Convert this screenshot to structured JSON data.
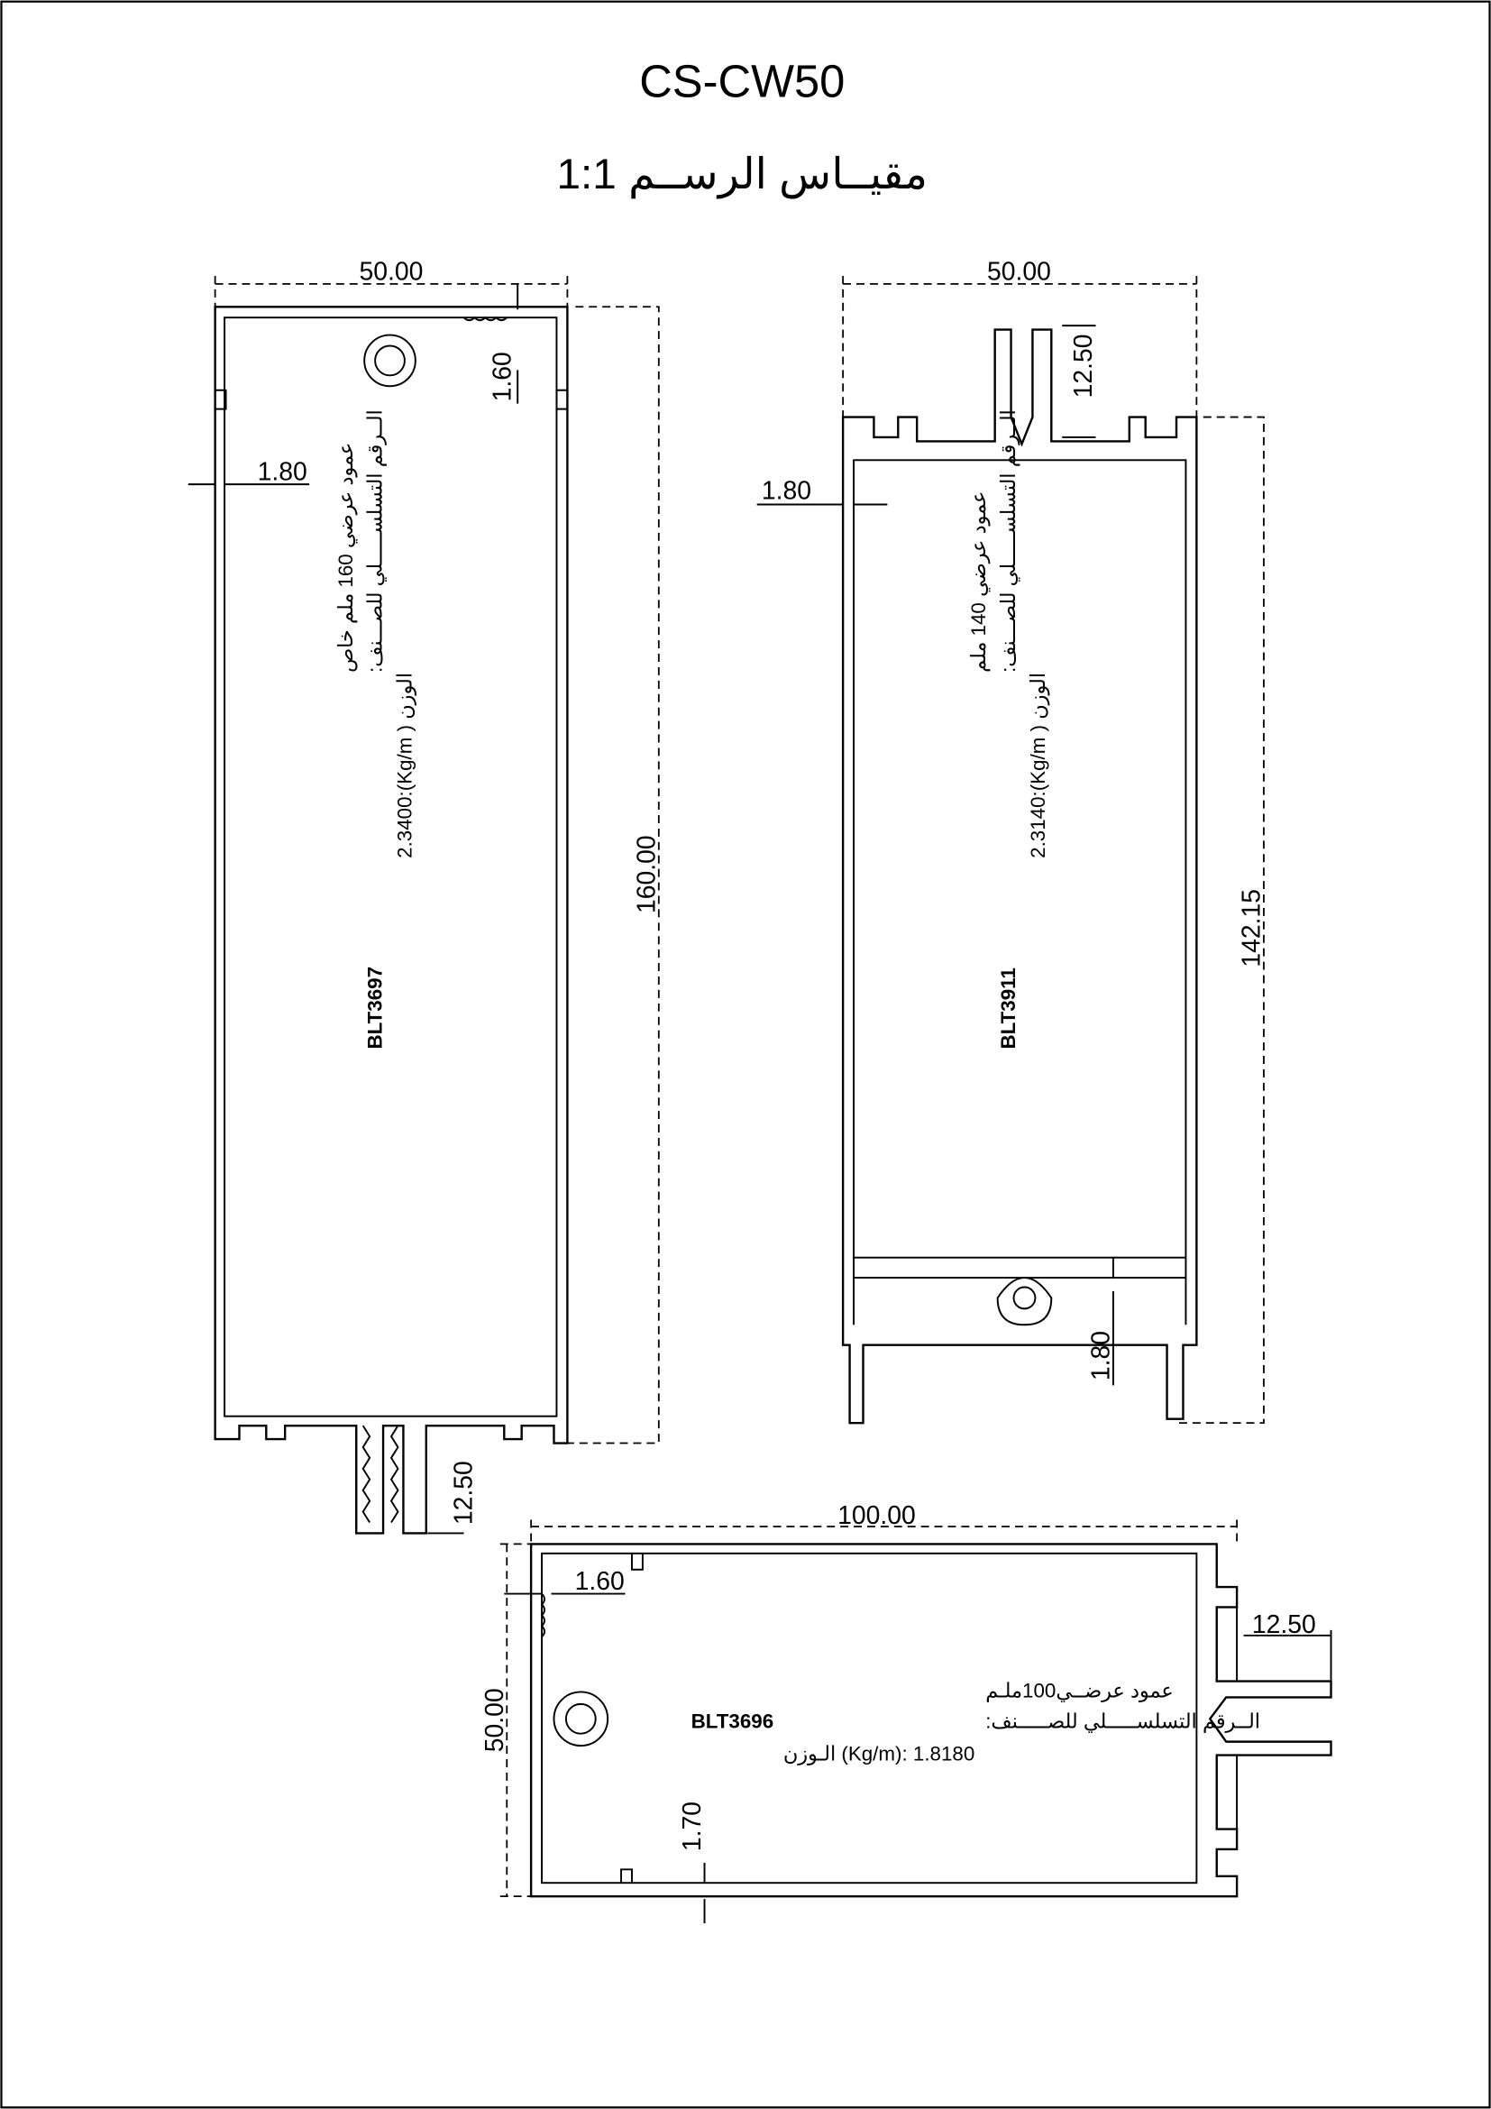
{
  "title": "CS-CW50",
  "subtitle": "مقيــاس الرســم 1:1",
  "profiles": [
    {
      "code": "BLT3697",
      "line1": "عمود عرضي 160 ملم خاص",
      "line2": "الــرقم التسلســـــلي للصـــنف:",
      "line3": "2.3400:(Kg/m ) الوزن",
      "dims": {
        "width": "50.00",
        "height": "160.00",
        "wall_top": "1.60",
        "wall_side": "1.80",
        "fin": "12.50"
      }
    },
    {
      "code": "BLT3911",
      "line1": "عمود عرضي 140 ملم",
      "line2": "الــرقم التسلســـــلي للصـــنف:",
      "line3": "2.3140:(Kg/m ) الوزن",
      "dims": {
        "width": "50.00",
        "height": "142.15",
        "wall_side": "1.80",
        "fin": "12.50",
        "wall_bottom": "1.80"
      }
    },
    {
      "code": "BLT3696",
      "line1": "عمود عرضــي100ملـم",
      "line2": "الــرقم التسلســـــلي للصـــــنف:",
      "line3": "الـوزن (Kg/m): 1.8180",
      "dims": {
        "width": "100.00",
        "height": "50.00",
        "wall_top": "1.60",
        "fin": "12.50",
        "wall_bottom": "1.70"
      }
    }
  ]
}
